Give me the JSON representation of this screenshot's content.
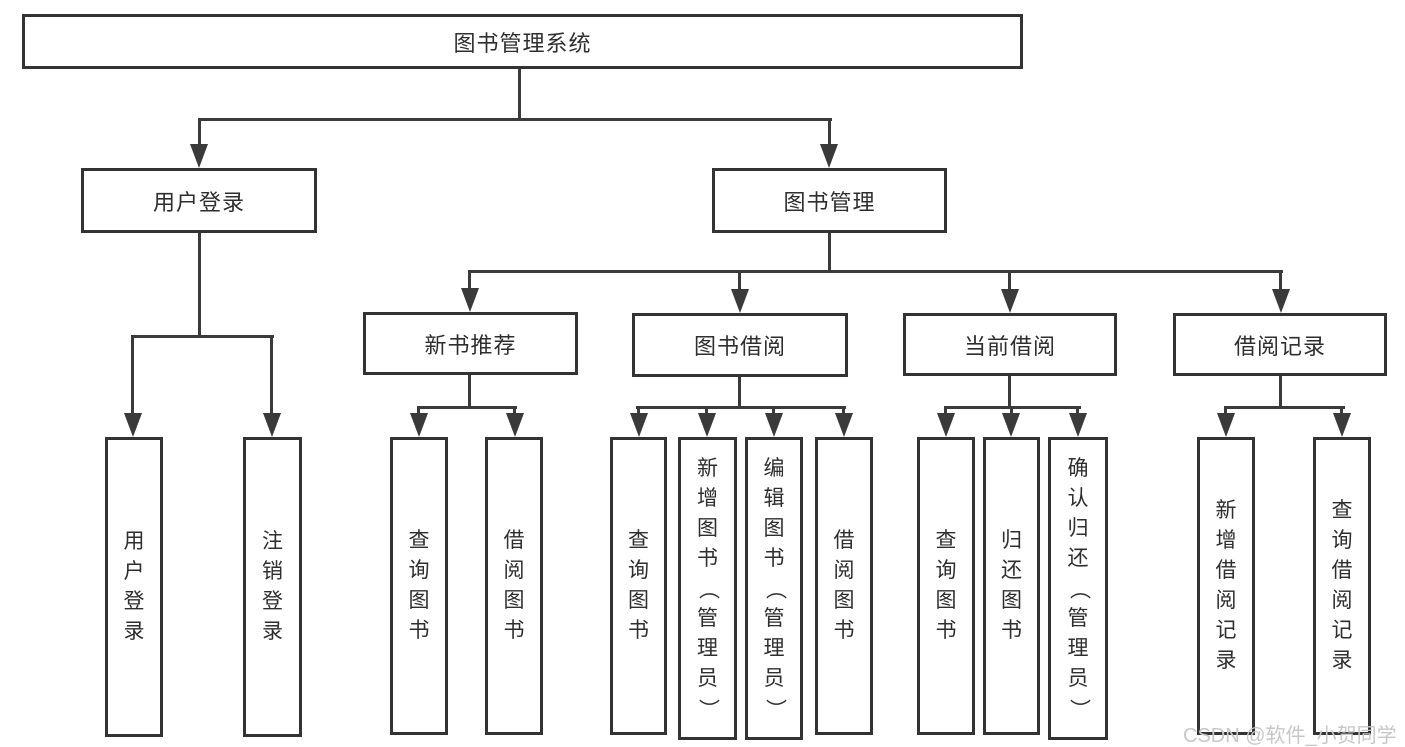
{
  "tree": {
    "root": {
      "label": "图书管理系统",
      "children": [
        {
          "label": "用户登录",
          "children": [
            {
              "label": "用户登录"
            },
            {
              "label": "注销登录"
            }
          ]
        },
        {
          "label": "图书管理",
          "children": [
            {
              "label": "新书推荐",
              "children": [
                {
                  "label": "查询图书"
                },
                {
                  "label": "借阅图书"
                }
              ]
            },
            {
              "label": "图书借阅",
              "children": [
                {
                  "label": "查询图书"
                },
                {
                  "label": "新增图书（管理员）"
                },
                {
                  "label": "编辑图书（管理员）"
                },
                {
                  "label": "借阅图书"
                }
              ]
            },
            {
              "label": "当前借阅",
              "children": [
                {
                  "label": "查询图书"
                },
                {
                  "label": "归还图书"
                },
                {
                  "label": "确认归还（管理员）"
                }
              ]
            },
            {
              "label": "借阅记录",
              "children": [
                {
                  "label": "新增借阅记录"
                },
                {
                  "label": "查询借阅记录"
                }
              ]
            }
          ]
        }
      ]
    }
  },
  "watermark": {
    "text": "CSDN @软件_小贺同学"
  },
  "colors": {
    "line": "#3a3a3a",
    "box_border": "#333333",
    "text": "#2e2e2e",
    "watermark": "#c7c7c7",
    "background": "#ffffff"
  }
}
